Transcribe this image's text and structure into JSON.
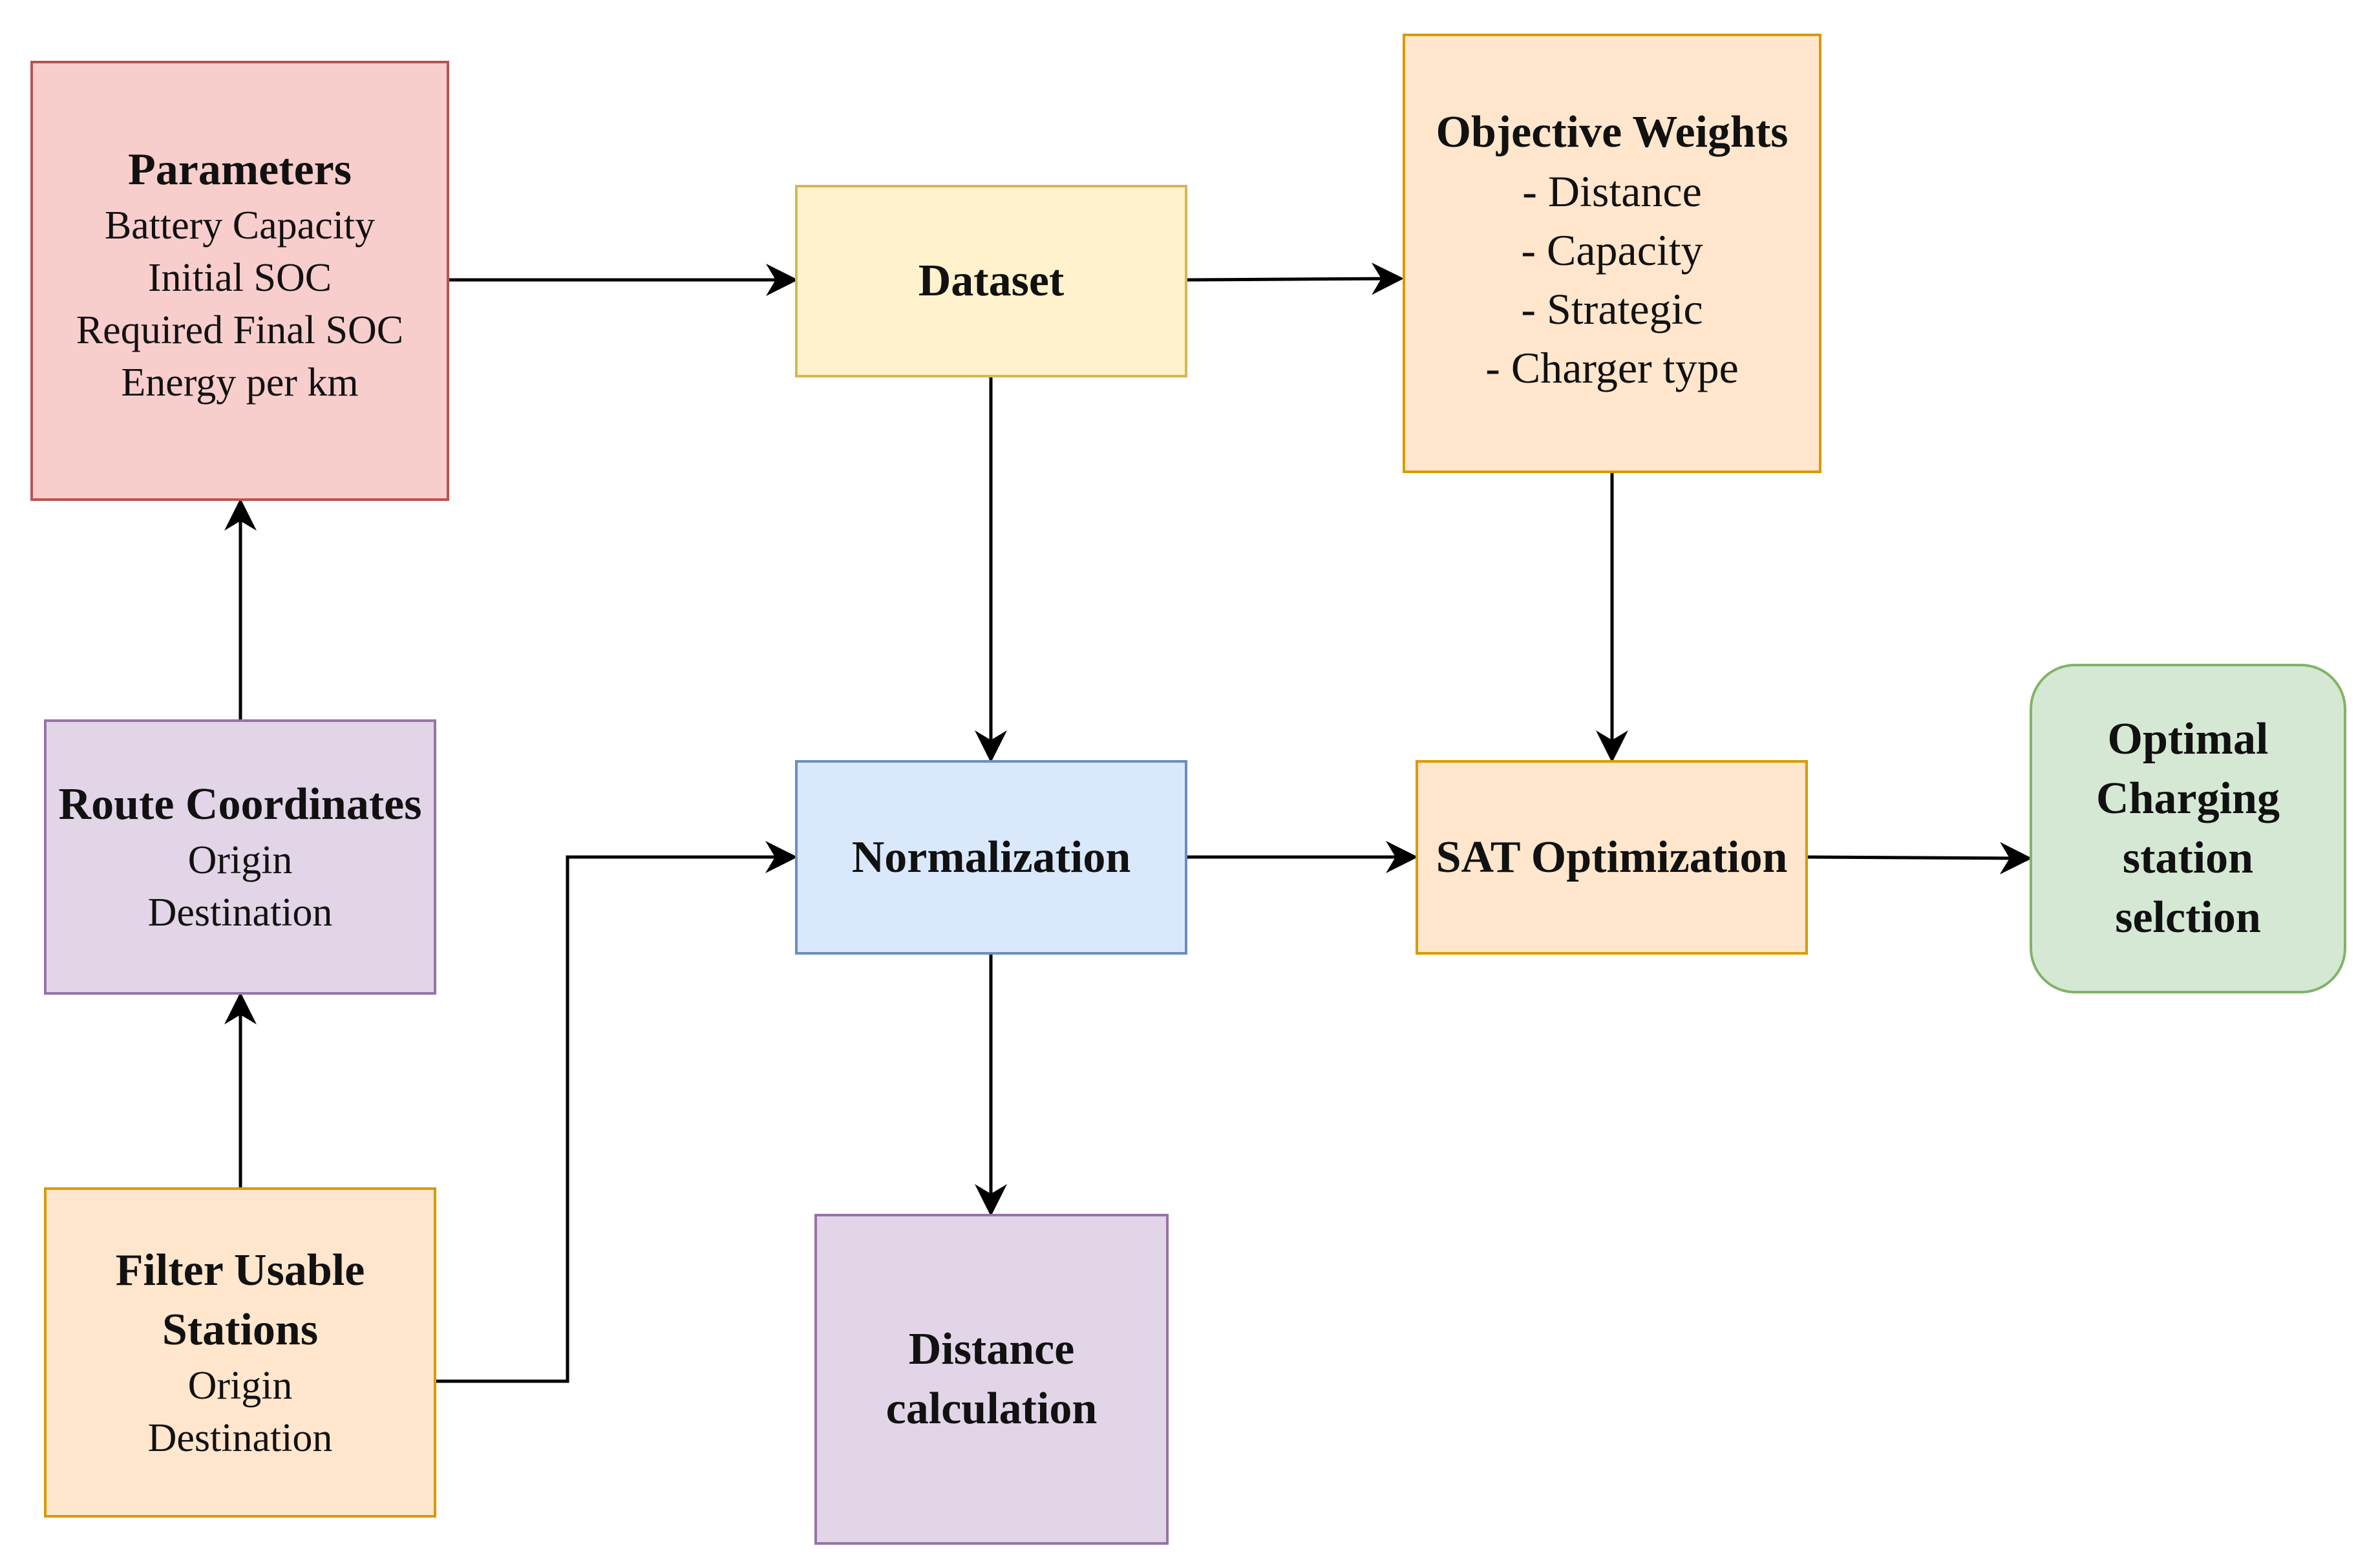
{
  "colors": {
    "pink_fill": "#f8cecc",
    "pink_border": "#b85450",
    "yellow_fill": "#fff2cc",
    "yellow_border": "#d6b656",
    "orange_fill": "#ffe6cc",
    "orange_border": "#d79b00",
    "purple_fill": "#e1d5e7",
    "purple_border": "#9673a6",
    "blue_fill": "#dae8fc",
    "blue_border": "#6c8ebf",
    "green_fill": "#d5e8d4",
    "green_border": "#82b366",
    "arrow": "#000000"
  },
  "nodes": {
    "parameters": {
      "title": "Parameters",
      "lines": [
        "Battery Capacity",
        "Initial SOC",
        "Required Final SOC",
        "Energy per km"
      ]
    },
    "dataset": {
      "title": "Dataset"
    },
    "objective_weights": {
      "title": "Objective Weights",
      "lines": [
        "- Distance",
        "- Capacity",
        "- Strategic",
        "- Charger type"
      ]
    },
    "route_coordinates": {
      "title": "Route Coordinates",
      "lines": [
        "Origin",
        "Destination"
      ]
    },
    "normalization": {
      "title": "Normalization"
    },
    "sat_optimization": {
      "title": "SAT Optimization"
    },
    "optimal": {
      "title": "Optimal Charging station selction"
    },
    "filter_stations": {
      "title": "Filter Usable Stations",
      "lines": [
        "Origin",
        "Destination"
      ]
    },
    "distance_calculation": {
      "title": "Distance calculation"
    }
  },
  "edges": [
    {
      "from": "parameters",
      "to": "dataset"
    },
    {
      "from": "dataset",
      "to": "objective_weights"
    },
    {
      "from": "dataset",
      "to": "normalization"
    },
    {
      "from": "objective_weights",
      "to": "sat_optimization"
    },
    {
      "from": "normalization",
      "to": "sat_optimization"
    },
    {
      "from": "sat_optimization",
      "to": "optimal"
    },
    {
      "from": "route_coordinates",
      "to": "parameters"
    },
    {
      "from": "filter_stations",
      "to": "route_coordinates"
    },
    {
      "from": "filter_stations",
      "to": "normalization"
    },
    {
      "from": "normalization",
      "to": "distance_calculation"
    }
  ]
}
